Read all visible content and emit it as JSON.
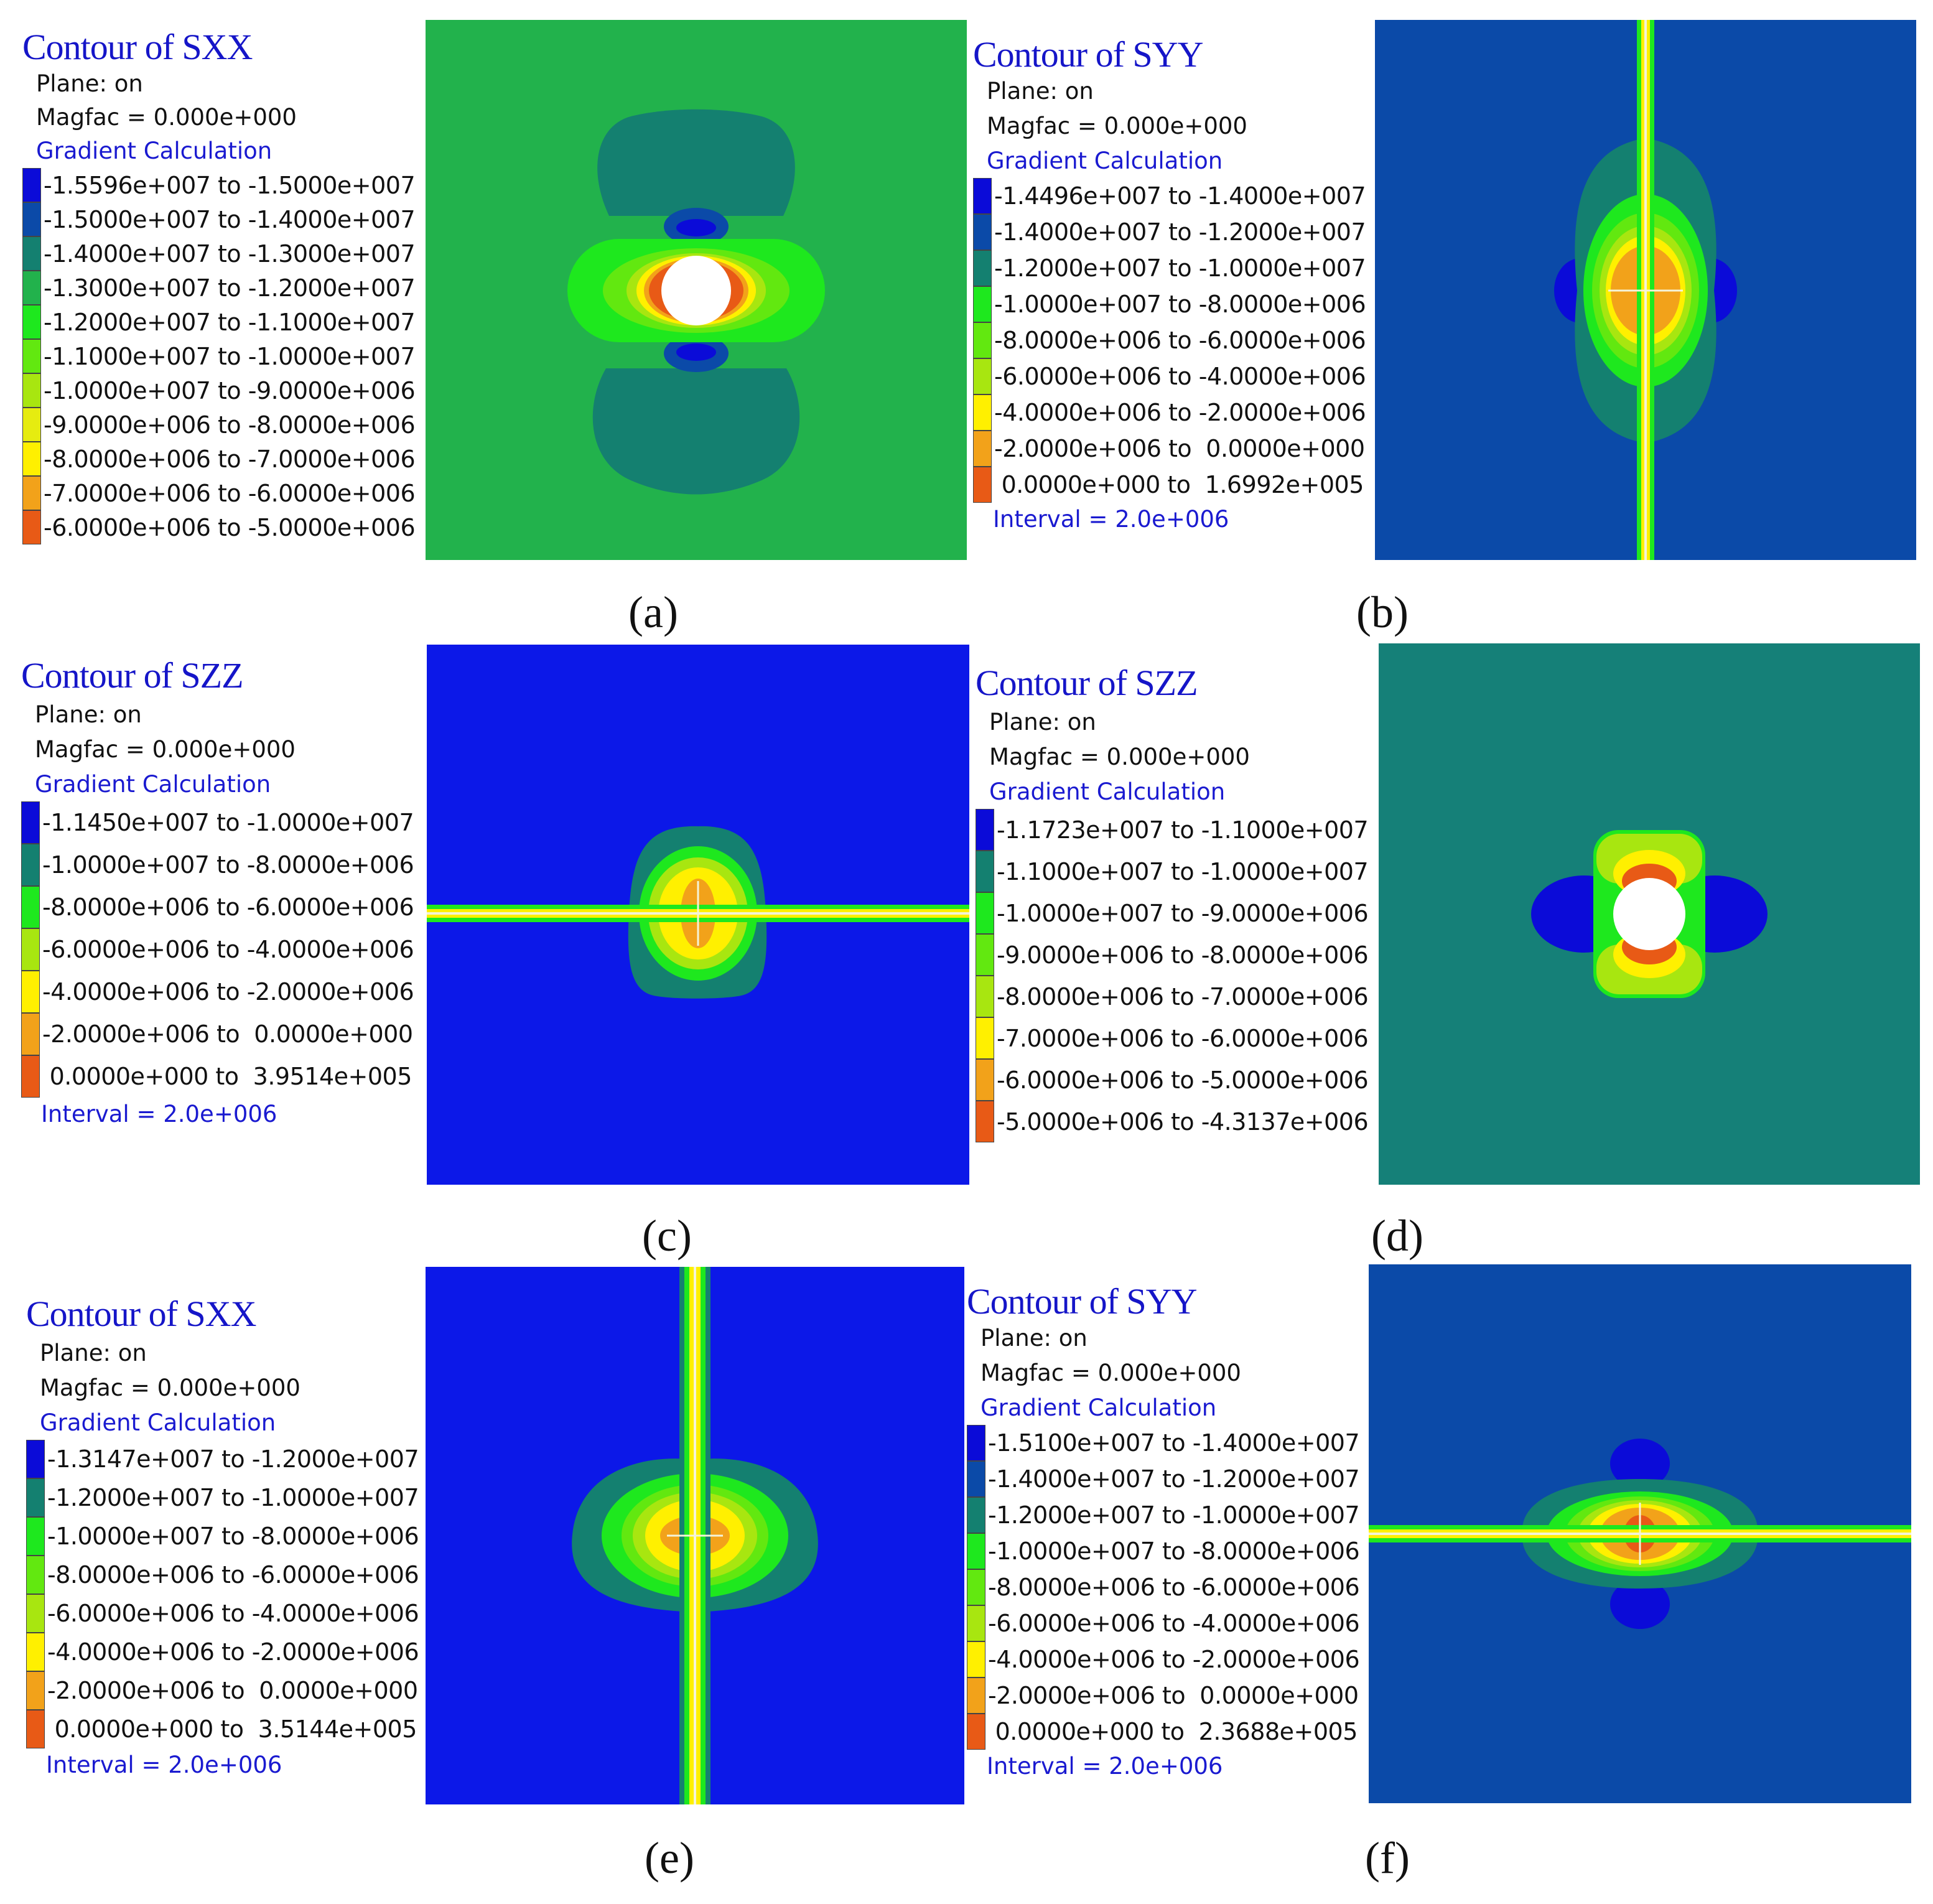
{
  "panels": [
    {
      "id": "a",
      "caption": "(a)",
      "title": "Contour of SXX",
      "plane": "Plane: on",
      "magfac": "Magfac =  0.000e+000",
      "gradient": "Gradient Calculation",
      "interval": "",
      "background": "#22b24c",
      "rows": [
        {
          "label": "-1.5596e+007 to -1.5000e+007",
          "color": "#0b0bd8"
        },
        {
          "label": "-1.5000e+007 to -1.4000e+007",
          "color": "#0b4aa8"
        },
        {
          "label": "-1.4000e+007 to -1.3000e+007",
          "color": "#148070"
        },
        {
          "label": "-1.3000e+007 to -1.2000e+007",
          "color": "#22b24c"
        },
        {
          "label": "-1.2000e+007 to -1.1000e+007",
          "color": "#1ee81e"
        },
        {
          "label": "-1.1000e+007 to -1.0000e+007",
          "color": "#62e810"
        },
        {
          "label": "-1.0000e+007 to -9.0000e+006",
          "color": "#a8e610"
        },
        {
          "label": "-9.0000e+006 to -8.0000e+006",
          "color": "#e6ec10"
        },
        {
          "label": "-8.0000e+006 to -7.0000e+006",
          "color": "#fff000"
        },
        {
          "label": "-7.0000e+006 to -6.0000e+006",
          "color": "#f2a21a"
        },
        {
          "label": "-6.0000e+006 to -5.0000e+006",
          "color": "#e85a16"
        }
      ]
    },
    {
      "id": "b",
      "caption": "(b)",
      "title": "Contour of SYY",
      "plane": "Plane: on",
      "magfac": "Magfac =  0.000e+000",
      "gradient": "Gradient Calculation",
      "interval": "Interval =  2.0e+006",
      "background": "#0b4aa8",
      "rows": [
        {
          "label": "-1.4496e+007 to -1.4000e+007",
          "color": "#0b0bd8"
        },
        {
          "label": "-1.4000e+007 to -1.2000e+007",
          "color": "#0b4aa8"
        },
        {
          "label": "-1.2000e+007 to -1.0000e+007",
          "color": "#148070"
        },
        {
          "label": "-1.0000e+007 to -8.0000e+006",
          "color": "#1ee81e"
        },
        {
          "label": "-8.0000e+006 to -6.0000e+006",
          "color": "#62e810"
        },
        {
          "label": "-6.0000e+006 to -4.0000e+006",
          "color": "#a8e610"
        },
        {
          "label": "-4.0000e+006 to -2.0000e+006",
          "color": "#fff000"
        },
        {
          "label": "-2.0000e+006 to  0.0000e+000",
          "color": "#f2a21a"
        },
        {
          "label": " 0.0000e+000 to  1.6992e+005",
          "color": "#e85a16"
        }
      ]
    },
    {
      "id": "c",
      "caption": "(c)",
      "title": "Contour of SZZ",
      "plane": "Plane: on",
      "magfac": "Magfac =  0.000e+000",
      "gradient": "Gradient Calculation",
      "interval": "Interval =  2.0e+006",
      "background": "#0c18e8",
      "rows": [
        {
          "label": "-1.1450e+007 to -1.0000e+007",
          "color": "#0b0bd8"
        },
        {
          "label": "-1.0000e+007 to -8.0000e+006",
          "color": "#148070"
        },
        {
          "label": "-8.0000e+006 to -6.0000e+006",
          "color": "#1ee81e"
        },
        {
          "label": "-6.0000e+006 to -4.0000e+006",
          "color": "#a8e610"
        },
        {
          "label": "-4.0000e+006 to -2.0000e+006",
          "color": "#fff000"
        },
        {
          "label": "-2.0000e+006 to  0.0000e+000",
          "color": "#f2a21a"
        },
        {
          "label": " 0.0000e+000 to  3.9514e+005",
          "color": "#e85a16"
        }
      ]
    },
    {
      "id": "d",
      "caption": "(d)",
      "title": "Contour of SZZ",
      "plane": "Plane: on",
      "magfac": "Magfac =  0.000e+000",
      "gradient": "Gradient Calculation",
      "interval": "",
      "background": "#158078",
      "rows": [
        {
          "label": "-1.1723e+007 to -1.1000e+007",
          "color": "#0b0bd8"
        },
        {
          "label": "-1.1000e+007 to -1.0000e+007",
          "color": "#148070"
        },
        {
          "label": "-1.0000e+007 to -9.0000e+006",
          "color": "#1ee81e"
        },
        {
          "label": "-9.0000e+006 to -8.0000e+006",
          "color": "#62e810"
        },
        {
          "label": "-8.0000e+006 to -7.0000e+006",
          "color": "#a8e610"
        },
        {
          "label": "-7.0000e+006 to -6.0000e+006",
          "color": "#fff000"
        },
        {
          "label": "-6.0000e+006 to -5.0000e+006",
          "color": "#f2a21a"
        },
        {
          "label": "-5.0000e+006 to -4.3137e+006",
          "color": "#e85a16"
        }
      ]
    },
    {
      "id": "e",
      "caption": "(e)",
      "title": "Contour of SXX",
      "plane": "Plane: on",
      "magfac": "Magfac =  0.000e+000",
      "gradient": "Gradient Calculation",
      "interval": "Interval =  2.0e+006",
      "background": "#0c18e8",
      "rows": [
        {
          "label": "-1.3147e+007 to -1.2000e+007",
          "color": "#0b0bd8"
        },
        {
          "label": "-1.2000e+007 to -1.0000e+007",
          "color": "#148070"
        },
        {
          "label": "-1.0000e+007 to -8.0000e+006",
          "color": "#1ee81e"
        },
        {
          "label": "-8.0000e+006 to -6.0000e+006",
          "color": "#62e810"
        },
        {
          "label": "-6.0000e+006 to -4.0000e+006",
          "color": "#a8e610"
        },
        {
          "label": "-4.0000e+006 to -2.0000e+006",
          "color": "#fff000"
        },
        {
          "label": "-2.0000e+006 to  0.0000e+000",
          "color": "#f2a21a"
        },
        {
          "label": " 0.0000e+000 to  3.5144e+005",
          "color": "#e85a16"
        }
      ]
    },
    {
      "id": "f",
      "caption": "(f)",
      "title": "Contour of SYY",
      "plane": "Plane: on",
      "magfac": "Magfac =  0.000e+000",
      "gradient": "Gradient Calculation",
      "interval": "Interval =  2.0e+006",
      "background": "#0b4aa8",
      "rows": [
        {
          "label": "-1.5100e+007 to -1.4000e+007",
          "color": "#0b0bd8"
        },
        {
          "label": "-1.4000e+007 to -1.2000e+007",
          "color": "#0b4aa8"
        },
        {
          "label": "-1.2000e+007 to -1.0000e+007",
          "color": "#148070"
        },
        {
          "label": "-1.0000e+007 to -8.0000e+006",
          "color": "#1ee81e"
        },
        {
          "label": "-8.0000e+006 to -6.0000e+006",
          "color": "#62e810"
        },
        {
          "label": "-6.0000e+006 to -4.0000e+006",
          "color": "#a8e610"
        },
        {
          "label": "-4.0000e+006 to -2.0000e+006",
          "color": "#fff000"
        },
        {
          "label": "-2.0000e+006 to  0.0000e+000",
          "color": "#f2a21a"
        },
        {
          "label": " 0.0000e+000 to  2.3688e+005",
          "color": "#e85a16"
        }
      ]
    }
  ]
}
